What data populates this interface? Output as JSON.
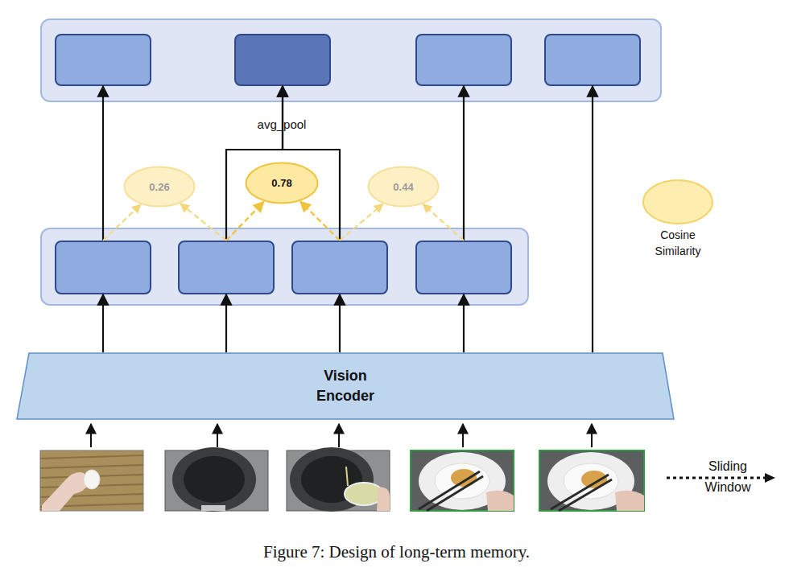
{
  "diagram": {
    "caption": "Figure 7: Design of long-term memory.",
    "nodes": [
      {
        "text": []
      },
      {
        "text": [],
        "in": 0
      },
      {
        "text": [],
        "in": 0
      },
      {
        "text": [],
        "in": 0
      },
      {
        "text": [],
        "in": 0
      },
      {
        "text": []
      },
      {
        "text": [],
        "in": 5
      },
      {
        "text": [],
        "in": 5
      },
      {
        "text": [],
        "in": 5
      },
      {
        "text": [],
        "in": 5
      },
      {
        "text": [
          "0.26"
        ]
      },
      {
        "text": [
          "0.78"
        ]
      },
      {
        "text": [
          "0.44"
        ]
      },
      {
        "text": [
          "Vision Encoder"
        ]
      }
    ],
    "edges": [
      {
        "from": 13,
        "to": 6,
        "arrow": "to"
      },
      {
        "from": 13,
        "to": 7,
        "arrow": "to"
      },
      {
        "from": 13,
        "to": 8,
        "arrow": "to"
      },
      {
        "from": 13,
        "to": 9,
        "arrow": "to"
      },
      {
        "from": 13,
        "to": 4,
        "arrow": "to"
      },
      {
        "from": 6,
        "to": 1,
        "arrow": "to"
      },
      {
        "from": 7,
        "to": 2,
        "arrow": "to"
      },
      {
        "from": 8,
        "to": 2,
        "arrow": "to"
      },
      {
        "from": 9,
        "to": 3,
        "arrow": "to"
      },
      {
        "from": 6,
        "to": 10,
        "arrow": "to"
      },
      {
        "from": 7,
        "to": 10,
        "arrow": "to"
      },
      {
        "from": 7,
        "to": 11,
        "arrow": "to"
      },
      {
        "from": 8,
        "to": 11,
        "arrow": "to"
      },
      {
        "from": 8,
        "to": 12,
        "arrow": "to"
      },
      {
        "from": 9,
        "to": 12,
        "arrow": "to"
      }
    ],
    "labels": [
      "avg_pool",
      "Sliding Window"
    ],
    "legend": [
      {
        "text": "Cosine Similarity",
        "color": "#fdeeb0"
      }
    ]
  }
}
